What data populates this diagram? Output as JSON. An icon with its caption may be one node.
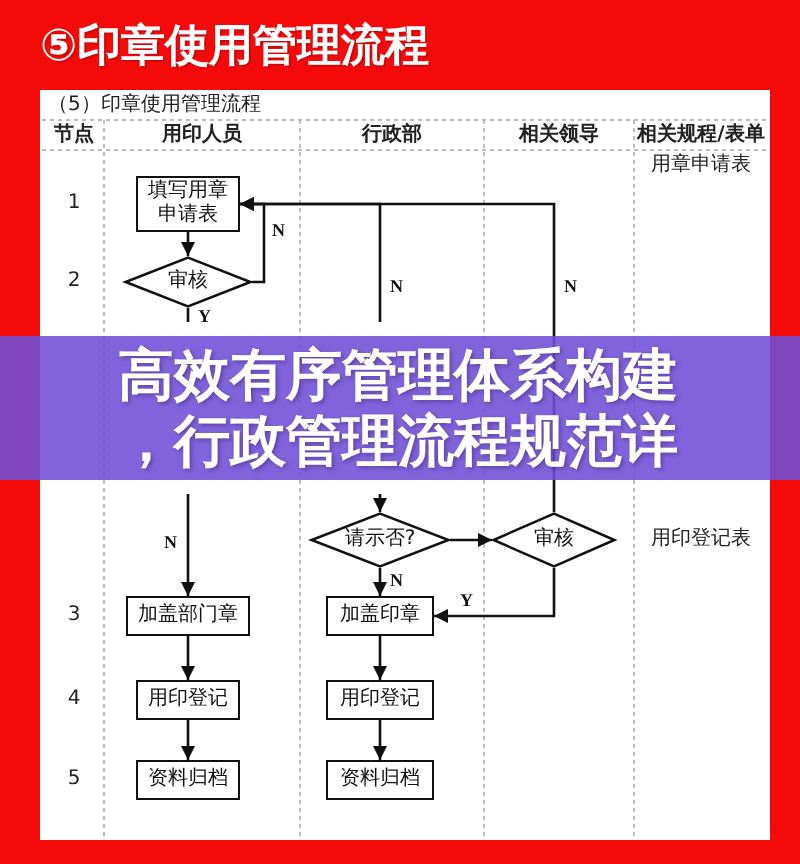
{
  "diagram": {
    "title": "⑤印章使用管理流程",
    "nodes": [
      {
        "text": [
          "填写用章申请表"
        ]
      },
      {
        "text": [
          "审核"
        ]
      },
      {
        "text": [
          "请示否?"
        ]
      },
      {
        "text": [
          "审核"
        ]
      },
      {
        "text": [
          "加盖部门章"
        ]
      },
      {
        "text": [
          "加盖印章"
        ]
      },
      {
        "text": [
          "用印登记"
        ]
      },
      {
        "text": [
          "用印登记"
        ]
      },
      {
        "text": [
          "资料归档"
        ]
      },
      {
        "text": [
          "资料归档"
        ]
      }
    ],
    "edges": [
      {
        "from": 0,
        "to": 1,
        "arrow": "to"
      },
      {
        "from": 1,
        "to": 0,
        "arrow": "to",
        "label": "N"
      },
      {
        "from": null,
        "to": 0,
        "arrow": "to",
        "label": "N"
      },
      {
        "from": 3,
        "to": 0,
        "arrow": "to",
        "label": "N"
      },
      {
        "from": 1,
        "to": null,
        "arrow": "none",
        "label": "Y"
      },
      {
        "from": null,
        "to": 4,
        "arrow": "to",
        "label": "N"
      },
      {
        "from": null,
        "to": 2,
        "arrow": "to"
      },
      {
        "from": 2,
        "to": 3,
        "arrow": "to"
      },
      {
        "from": 2,
        "to": 5,
        "arrow": "to",
        "label": "N"
      },
      {
        "from": 3,
        "to": 5,
        "arrow": "to",
        "label": "Y"
      },
      {
        "from": 4,
        "to": 6,
        "arrow": "to"
      },
      {
        "from": 6,
        "to": 8,
        "arrow": "to"
      },
      {
        "from": 5,
        "to": 7,
        "arrow": "to"
      },
      {
        "from": 7,
        "to": 9,
        "arrow": "to"
      }
    ],
    "labels": [
      "（5）印章使用管理流程",
      "节点",
      "用印人员",
      "行政部",
      "相关领导",
      "相关规程/表单",
      "用章申请表",
      "1",
      "2",
      "高效有序管理体系构建，行政管理流程规范详",
      "用印登记表",
      "3",
      "4",
      "5"
    ]
  }
}
